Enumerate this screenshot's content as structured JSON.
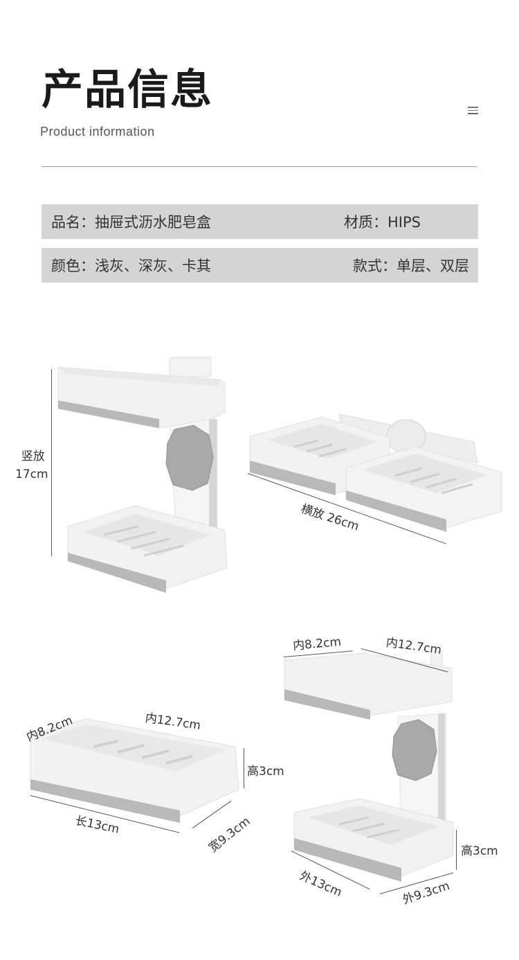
{
  "header": {
    "title_zh": "产品信息",
    "title_en": "Product information",
    "menu_icon": "hamburger-menu-icon"
  },
  "info": {
    "rows": [
      {
        "left_label": "品名：",
        "left_value": "抽屉式沥水肥皂盒",
        "right_label": "材质：",
        "right_value": "HIPS"
      },
      {
        "left_label": "颜色：",
        "left_value": "浅灰、深灰、卡其",
        "right_label": "款式：",
        "right_value": "单层、双层"
      }
    ]
  },
  "figures": {
    "vertical": {
      "label_line1": "竖放",
      "label_line2": "17cm"
    },
    "horizontal": {
      "label": "横放 26cm"
    },
    "single": {
      "inner_width": "内8.2cm",
      "inner_length": "内12.7cm",
      "height": "高3cm",
      "length": "长13cm",
      "width": "宽9.3cm"
    },
    "double": {
      "inner_width": "内8.2cm",
      "inner_length": "内12.7cm",
      "height": "高3cm",
      "outer_length": "外13cm",
      "outer_width": "外9.3cm"
    }
  },
  "colors": {
    "info_bg": "#d4d4d4",
    "tray_white": "#f2f2f2",
    "tray_gray": "#b9b9b9",
    "title": "#1a1a1a"
  }
}
